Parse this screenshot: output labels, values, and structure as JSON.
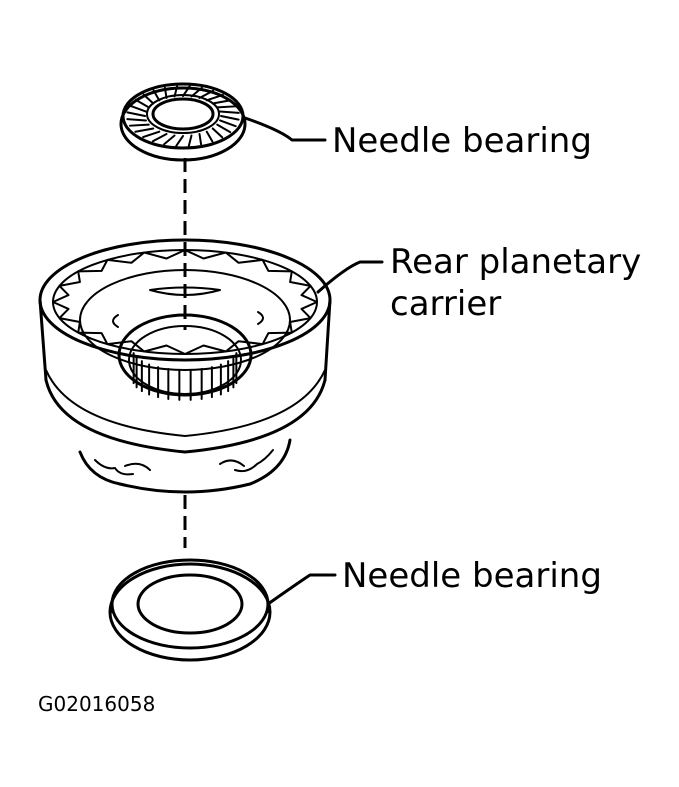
{
  "labels": {
    "top_bearing": "Needle bearing",
    "carrier_line1": "Rear planetary",
    "carrier_line2": "carrier",
    "bottom_bearing": "Needle bearing"
  },
  "figure_code": "G02016058",
  "colors": {
    "ink": "#000000",
    "paper": "#ffffff"
  }
}
